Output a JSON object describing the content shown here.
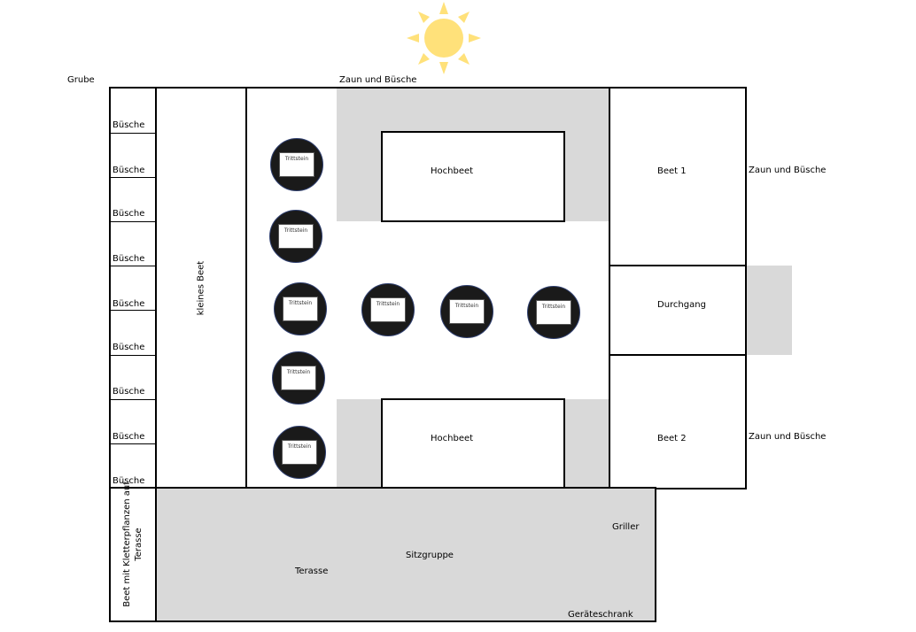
{
  "labels": {
    "grube": "Grube",
    "zaun_top": "Zaun und Büsche",
    "zaun_right_1": "Zaun und Büsche",
    "zaun_right_2": "Zaun und Büsche",
    "kleines_beet": "kleines Beet",
    "hochbeet_top": "Hochbeet",
    "hochbeet_bottom": "Hochbeet",
    "beet1": "Beet 1",
    "durchgang": "Durchgang",
    "beet2": "Beet 2",
    "kletter_line1": "Beet mit Kletterpflanzen auf",
    "kletter_line2": "Terasse",
    "griller": "Griller",
    "sitzgruppe": "Sitzgruppe",
    "terasse": "Terasse",
    "geraeteschrank": "Geräteschrank"
  },
  "bushes": [
    "Büsche",
    "Büsche",
    "Büsche",
    "Büsche",
    "Büsche",
    "Büsche",
    "Büsche",
    "Büsche",
    "Büsche"
  ],
  "stones": [
    "Trittstein",
    "Trittstein",
    "Trittstein",
    "Trittstein",
    "Trittstein",
    "Trittstein",
    "Trittstein",
    "Trittstein"
  ],
  "colors": {
    "sun": "#ffe17a",
    "gray": "#d9d9d9",
    "stone": "#1a1a1a"
  }
}
